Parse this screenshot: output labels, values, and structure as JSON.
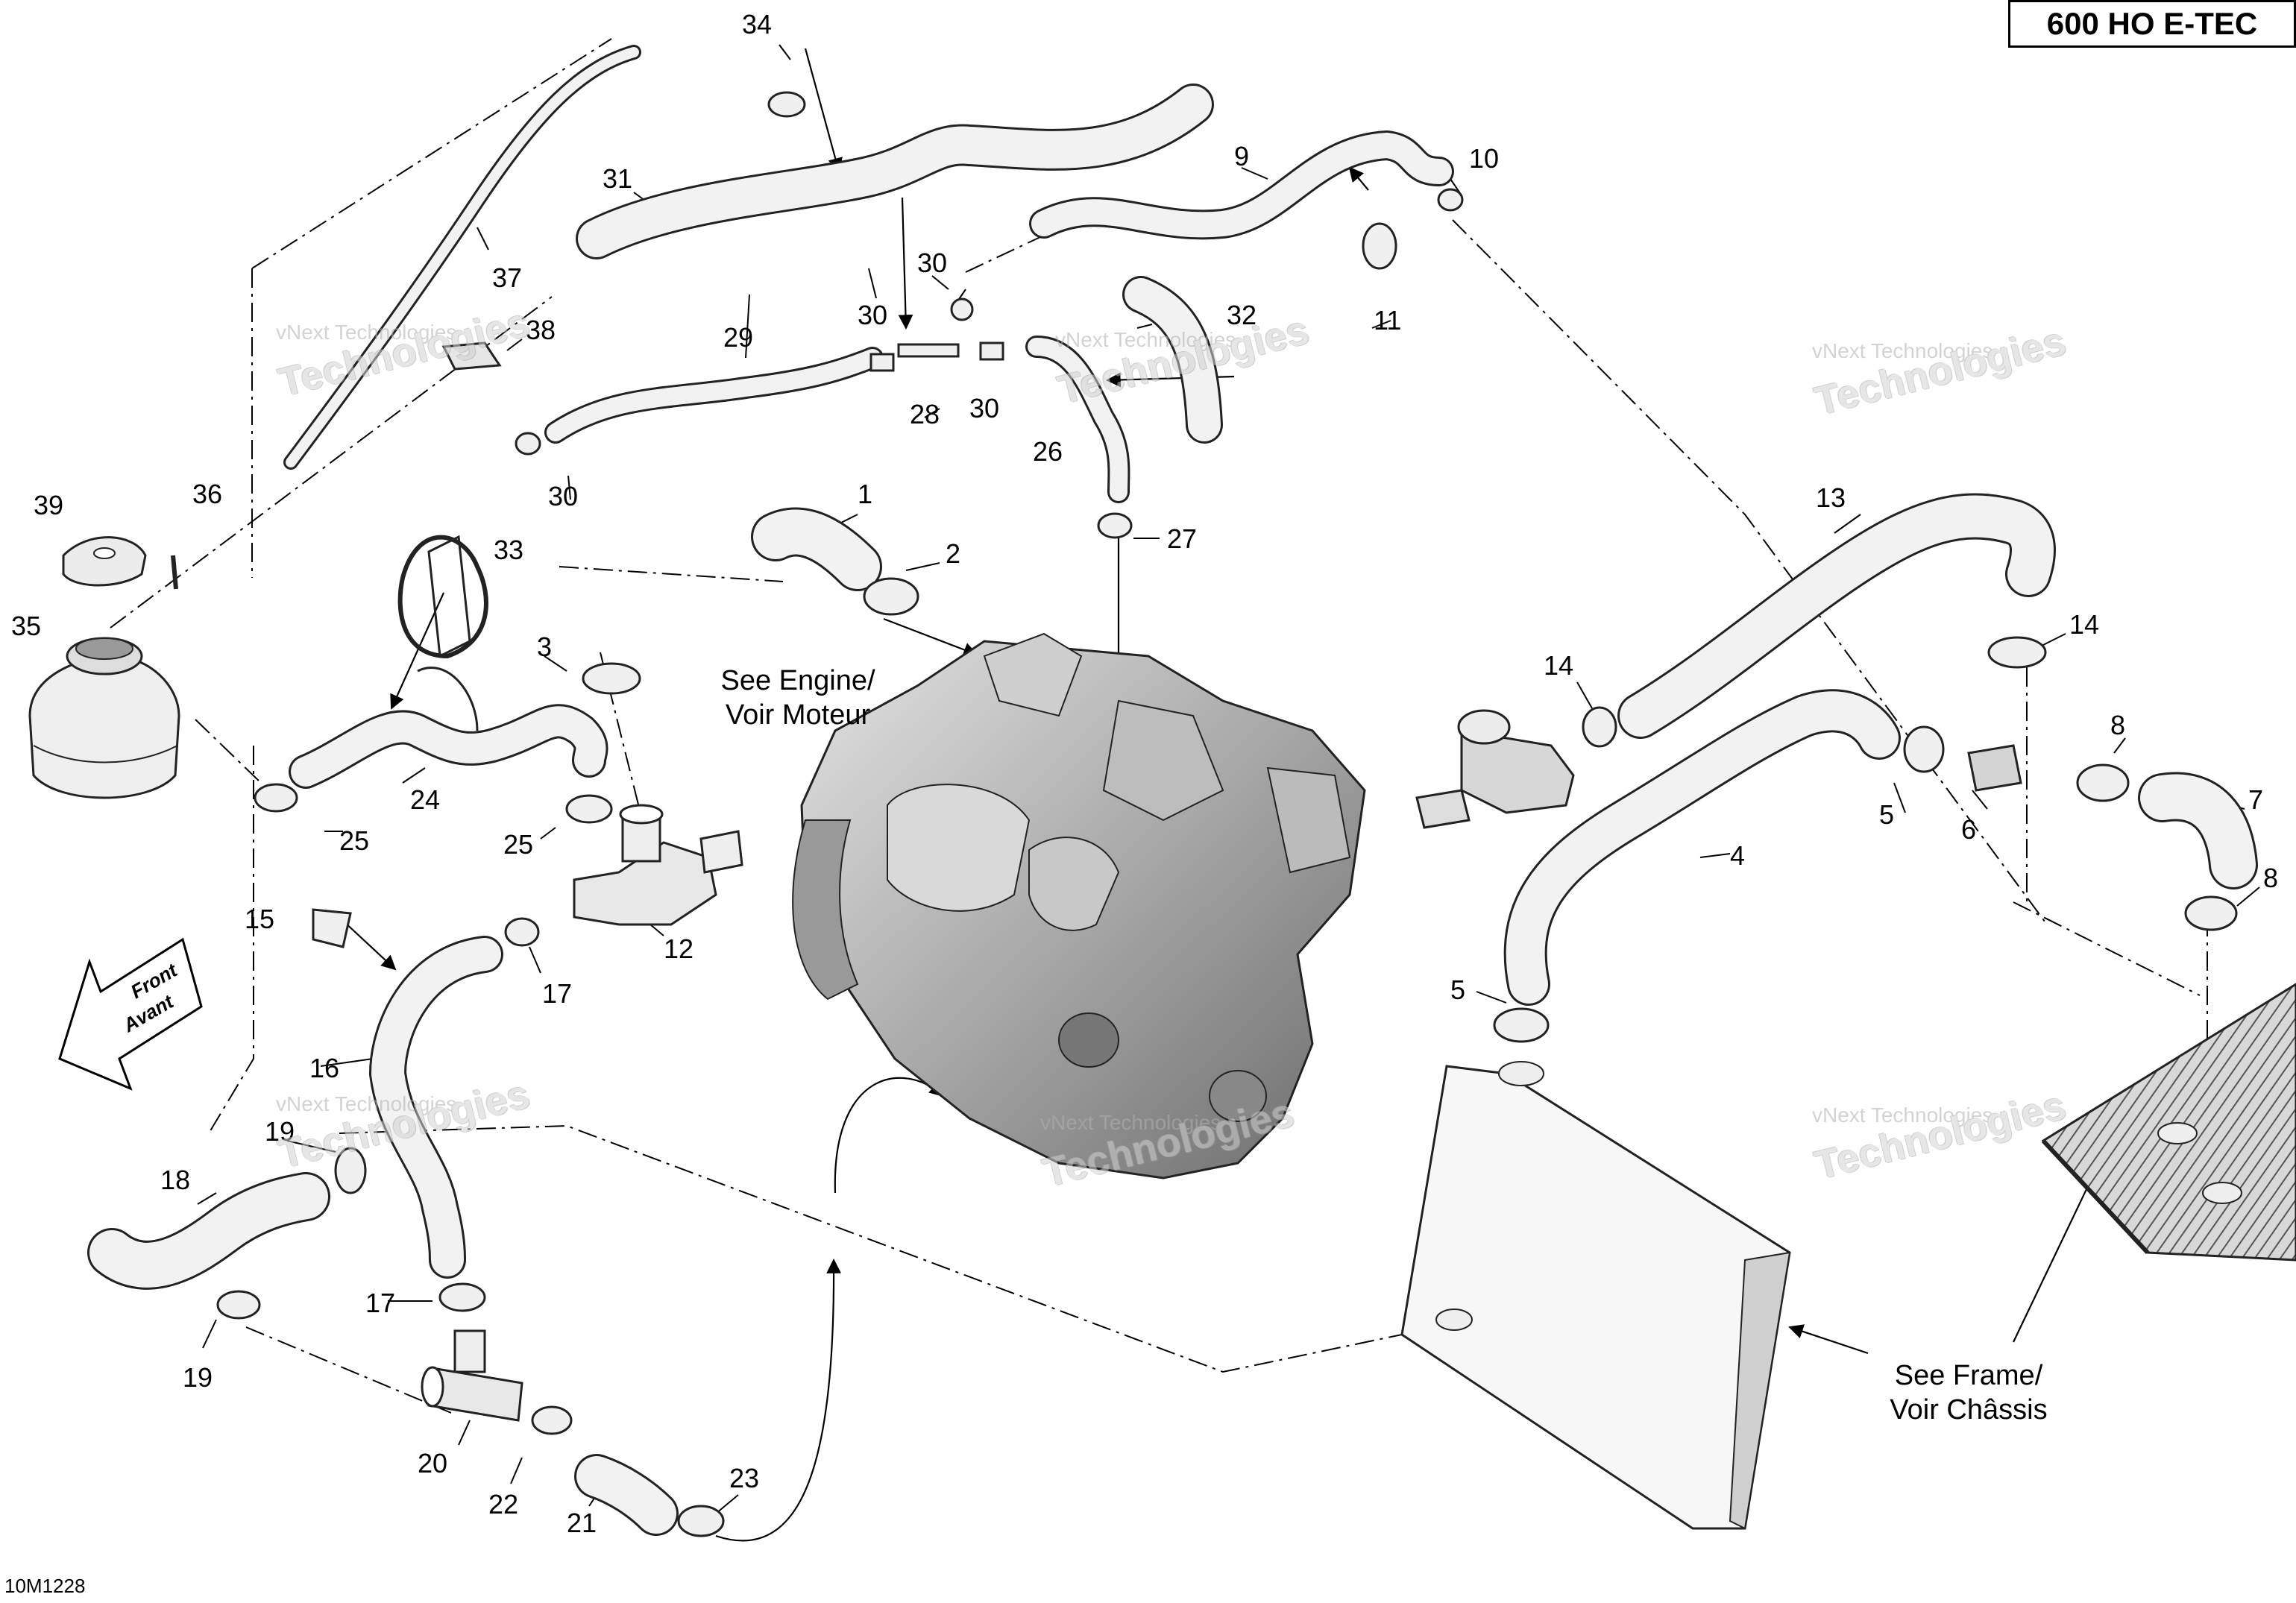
{
  "title": "600 HO E-TEC",
  "figure_code": "10M1228",
  "notes": {
    "engine": [
      "See Engine/",
      "Voir Moteur"
    ],
    "frame": [
      "See Frame/",
      "Voir Châssis"
    ]
  },
  "direction_arrow": [
    "Front",
    "Avant"
  ],
  "watermark": {
    "line1": "vNext Technologies",
    "line2": "Technologies"
  },
  "part_numbers": [
    "1",
    "2",
    "3",
    "4",
    "5",
    "6",
    "7",
    "8",
    "9",
    "10",
    "11",
    "12",
    "13",
    "14",
    "15",
    "16",
    "17",
    "18",
    "19",
    "20",
    "21",
    "22",
    "23",
    "24",
    "25",
    "26",
    "27",
    "28",
    "29",
    "30",
    "31",
    "32",
    "33",
    "34",
    "35",
    "36",
    "37",
    "38",
    "39"
  ],
  "callouts": [
    {
      "n": "34"
    },
    {
      "n": "31"
    },
    {
      "n": "9"
    },
    {
      "n": "10"
    },
    {
      "n": "37"
    },
    {
      "n": "30"
    },
    {
      "n": "30"
    },
    {
      "n": "11"
    },
    {
      "n": "32"
    },
    {
      "n": "38"
    },
    {
      "n": "29"
    },
    {
      "n": "28"
    },
    {
      "n": "30"
    },
    {
      "n": "26"
    },
    {
      "n": "30"
    },
    {
      "n": "39"
    },
    {
      "n": "36"
    },
    {
      "n": "1"
    },
    {
      "n": "27"
    },
    {
      "n": "13"
    },
    {
      "n": "33"
    },
    {
      "n": "2"
    },
    {
      "n": "35"
    },
    {
      "n": "3"
    },
    {
      "n": "14"
    },
    {
      "n": "14"
    },
    {
      "n": "8"
    },
    {
      "n": "24"
    },
    {
      "n": "5"
    },
    {
      "n": "6"
    },
    {
      "n": "4"
    },
    {
      "n": "7"
    },
    {
      "n": "25"
    },
    {
      "n": "25"
    },
    {
      "n": "8"
    },
    {
      "n": "15"
    },
    {
      "n": "12"
    },
    {
      "n": "17"
    },
    {
      "n": "5"
    },
    {
      "n": "16"
    },
    {
      "n": "19"
    },
    {
      "n": "18"
    },
    {
      "n": "17"
    },
    {
      "n": "19"
    },
    {
      "n": "20"
    },
    {
      "n": "23"
    },
    {
      "n": "22"
    },
    {
      "n": "21"
    }
  ]
}
